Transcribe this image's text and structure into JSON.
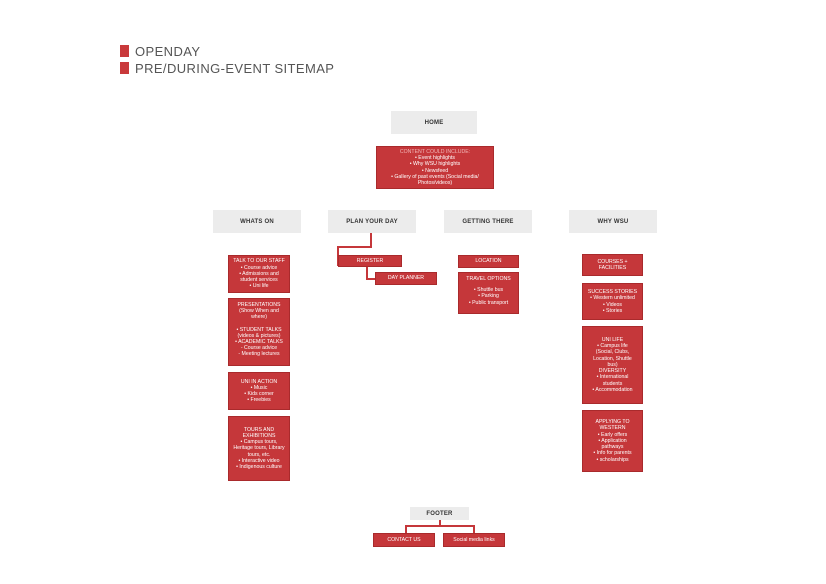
{
  "header": {
    "line1": "OPENDAY",
    "line2": "PRE/DURING-EVENT SITEMAP"
  },
  "colors": {
    "accent": "#c5373a",
    "grey_box": "#ececec",
    "title_text": "#555555"
  },
  "home": {
    "label": "HOME",
    "content": {
      "heading": "CONTENT COULD INCLUDE:",
      "lines": [
        "• Event highlights",
        "• Why WSU highlights",
        "• Newsfeed",
        "• Gallery of past events (Social media/",
        "Photos/videos)"
      ]
    }
  },
  "sections": {
    "whats_on": "WHATS ON",
    "plan_your_day": "PLAN YOUR DAY",
    "getting_there": "GETTING THERE",
    "why_wsu": "WHY WSU"
  },
  "whats_on_boxes": {
    "talk": [
      "TALK TO OUR STAFF",
      "• Course advice",
      "• Admissions and",
      "student services",
      "• Uni life"
    ],
    "presentations": [
      "PRESENTATIONS",
      "(Show When and",
      "where)",
      "",
      "• STUDENT TALKS",
      "(videos & pictures)",
      "• ACADEMIC TALKS",
      "- Course advice",
      "- Meeting lectures"
    ],
    "uni_in_action": [
      "UNI IN ACTION",
      "• Music",
      "• Kids corner",
      "• Freebies"
    ],
    "tours": [
      "TOURS AND",
      "EXHIBITIONS",
      "• Campus tours,",
      "Heritage tours, Library",
      "tours, etc.",
      "• Interactive video",
      "• Indigenous culture"
    ]
  },
  "plan_boxes": {
    "register": "REGISTER",
    "day_planner": "DAY PLANNER"
  },
  "getting_there_boxes": {
    "location": "LOCATION",
    "travel": [
      "TRAVEL OPTIONS",
      "",
      "• Shuttle bus",
      "• Parking",
      "• Public transport"
    ]
  },
  "why_wsu_boxes": {
    "courses": [
      "COURSES +",
      "FACILITIES"
    ],
    "success": [
      "SUCCESS STORIES",
      "• Western unlimited",
      "• Videos",
      "• Stories"
    ],
    "uni_life": [
      "UNI LIFE",
      "• Campus life",
      "(Social, Clubs,",
      "Location, Shuttle",
      "bus)",
      "DIVERSITY",
      "• International",
      "students",
      "• Accommodation"
    ],
    "applying": [
      "APPLYING TO",
      "WESTERN",
      "• Early offers",
      "• Application",
      "pathways",
      "• Info for parents",
      "• scholarships"
    ]
  },
  "footer": {
    "label": "FOOTER",
    "contact": "CONTACT US",
    "social": "Social media links"
  }
}
